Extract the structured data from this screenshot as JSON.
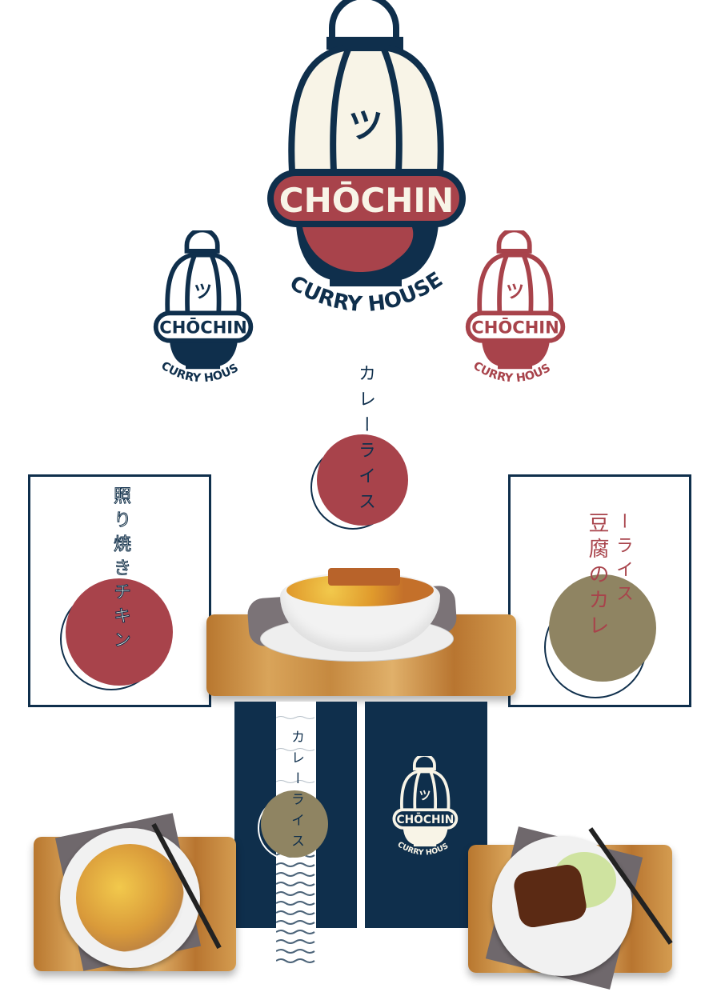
{
  "brand": {
    "kana_mark": "ツ",
    "name": "CHŌCHIN",
    "tagline": "CURRY HOUSE"
  },
  "colors": {
    "navy": "#0f2f4c",
    "red": "#a8434b",
    "cream": "#f8f4e7",
    "olive": "#8f8462"
  },
  "center_sign": {
    "text": "カレーライス"
  },
  "poster_left": {
    "text": "照り焼きチキン"
  },
  "poster_right": {
    "line1": "豆腐のカレ",
    "line2": "ーライス"
  },
  "noren": {
    "text": "カレーライス"
  }
}
